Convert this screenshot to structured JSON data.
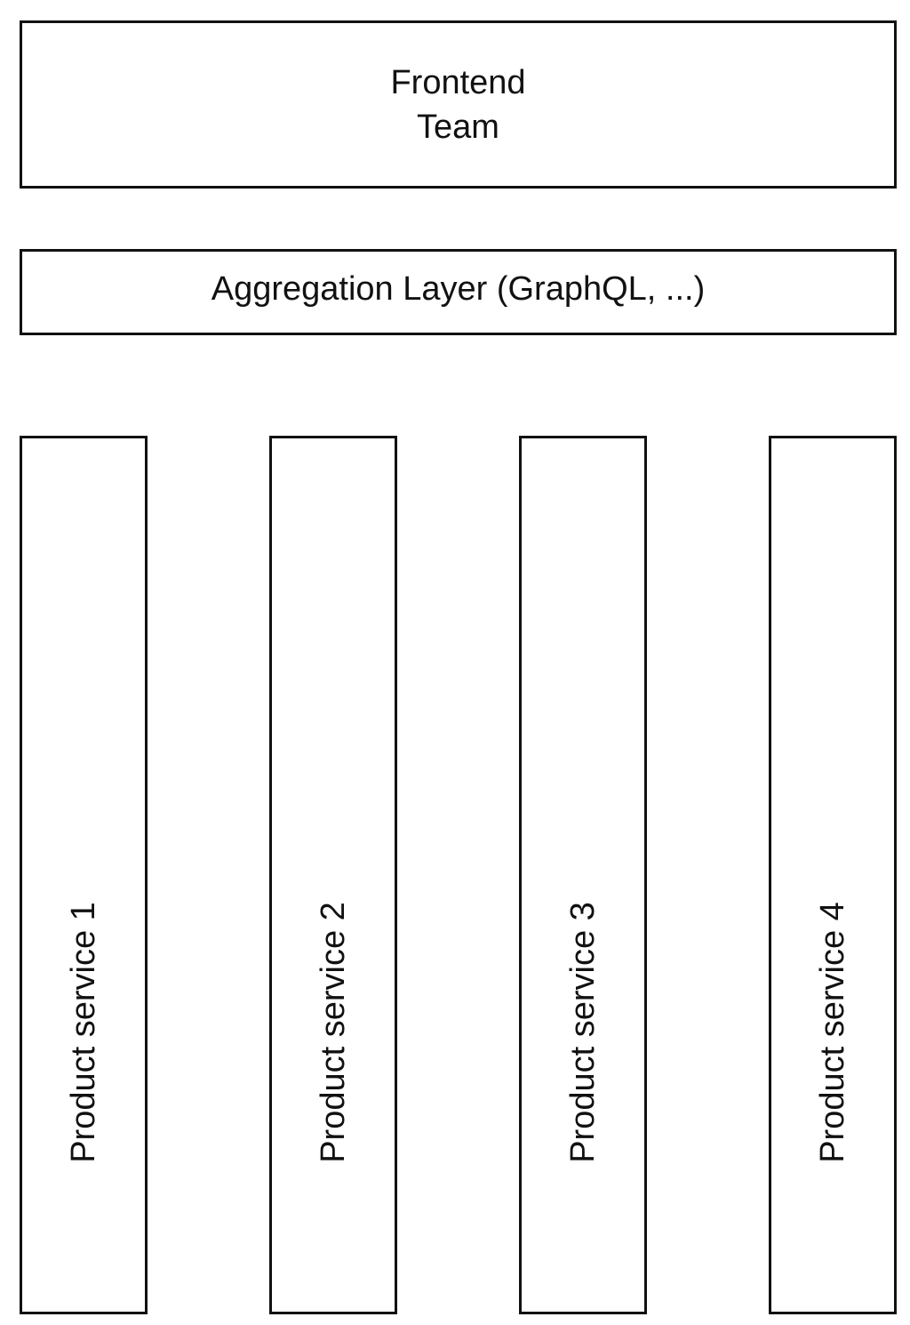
{
  "frontend": {
    "line1": "Frontend",
    "line2": "Team"
  },
  "aggregation": {
    "label": "Aggregation Layer (GraphQL, ...)"
  },
  "services": [
    {
      "label": "Product service 1"
    },
    {
      "label": "Product service 2"
    },
    {
      "label": "Product service 3"
    },
    {
      "label": "Product service 4"
    }
  ],
  "colors": {
    "stroke": "#111111",
    "fill": "#ffffff",
    "text": "#111111"
  }
}
